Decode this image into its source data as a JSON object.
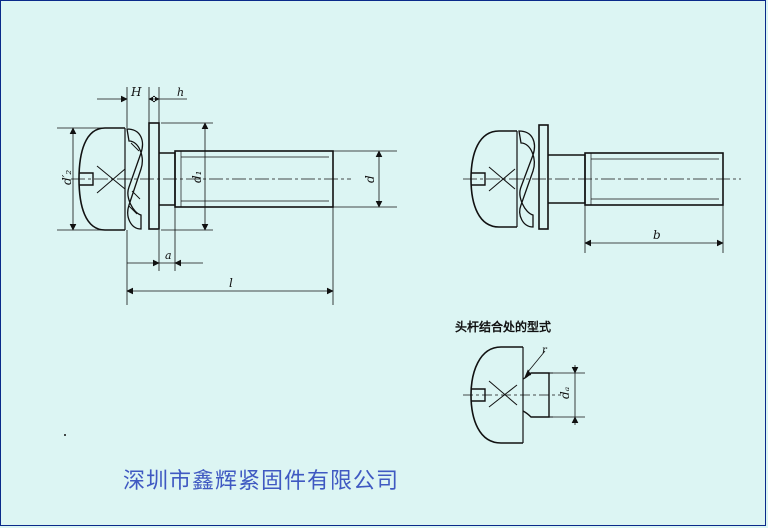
{
  "labels": {
    "H": "H",
    "h": "h",
    "d2": "d′₂",
    "d1": "d₁",
    "d": "d",
    "a": "a",
    "l": "l",
    "b": "b",
    "da": "dₐ",
    "r": "r"
  },
  "detail_title": "头杆结合处的型式",
  "caption": "深圳市鑫辉紧固件有限公司",
  "colors": {
    "background": "#dcf5f3",
    "ink": "#111111",
    "caption": "#3f59c2"
  }
}
